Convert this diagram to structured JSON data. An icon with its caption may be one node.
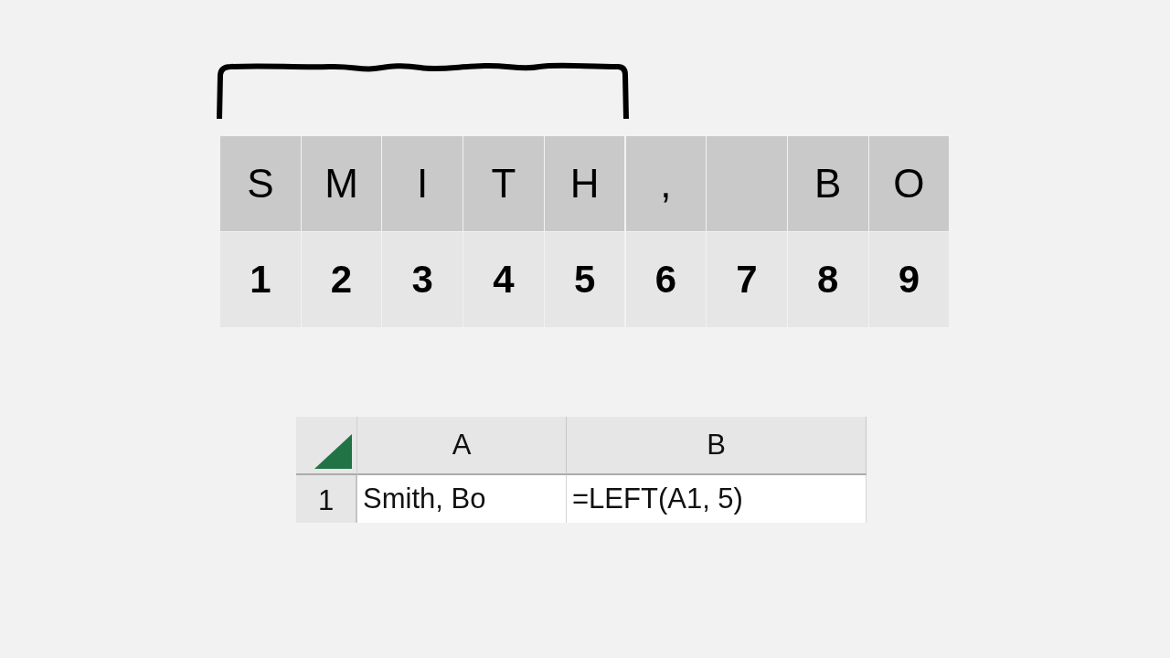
{
  "diagram": {
    "labels": [
      "S",
      "M",
      "I",
      "T",
      "H",
      ",",
      "B",
      "O",
      "1",
      "2",
      "3",
      "4",
      "5",
      "6",
      "7",
      "8",
      "9",
      "A",
      "B",
      "1",
      "Smith, Bo",
      "=LEFT(A1, 5)"
    ]
  }
}
